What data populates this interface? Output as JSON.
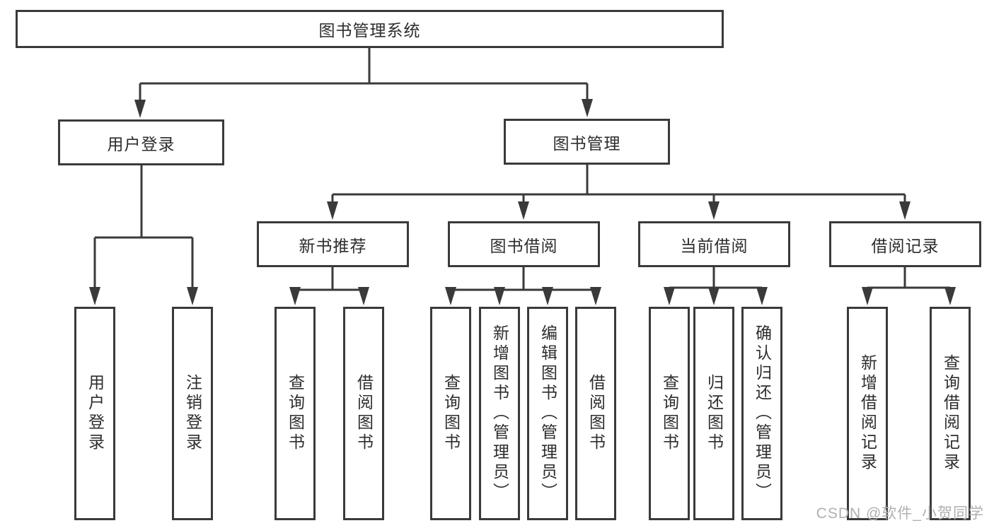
{
  "diagram": {
    "root": {
      "label": "图书管理系统"
    },
    "level2": [
      {
        "label": "用户登录"
      },
      {
        "label": "图书管理"
      }
    ],
    "level3": [
      {
        "label": "新书推荐"
      },
      {
        "label": "图书借阅"
      },
      {
        "label": "当前借阅"
      },
      {
        "label": "借阅记录"
      }
    ],
    "leaves": [
      {
        "label": "用户登录"
      },
      {
        "label": "注销登录"
      },
      {
        "label": "查询图书"
      },
      {
        "label": "借阅图书"
      },
      {
        "label": "查询图书"
      },
      {
        "label": "新增图书（管理员）"
      },
      {
        "label": "编辑图书（管理员）"
      },
      {
        "label": "借阅图书"
      },
      {
        "label": "查询图书"
      },
      {
        "label": "归还图书"
      },
      {
        "label": "确认归还（管理员）"
      },
      {
        "label": "新增借阅记录"
      },
      {
        "label": "查询借阅记录"
      }
    ],
    "watermark": "CSDN @软件_小贺同学",
    "colors": {
      "line": "#3a3a3a",
      "text": "#2d2d2d",
      "watermark": "#b0b0b0",
      "background": "#ffffff"
    }
  }
}
